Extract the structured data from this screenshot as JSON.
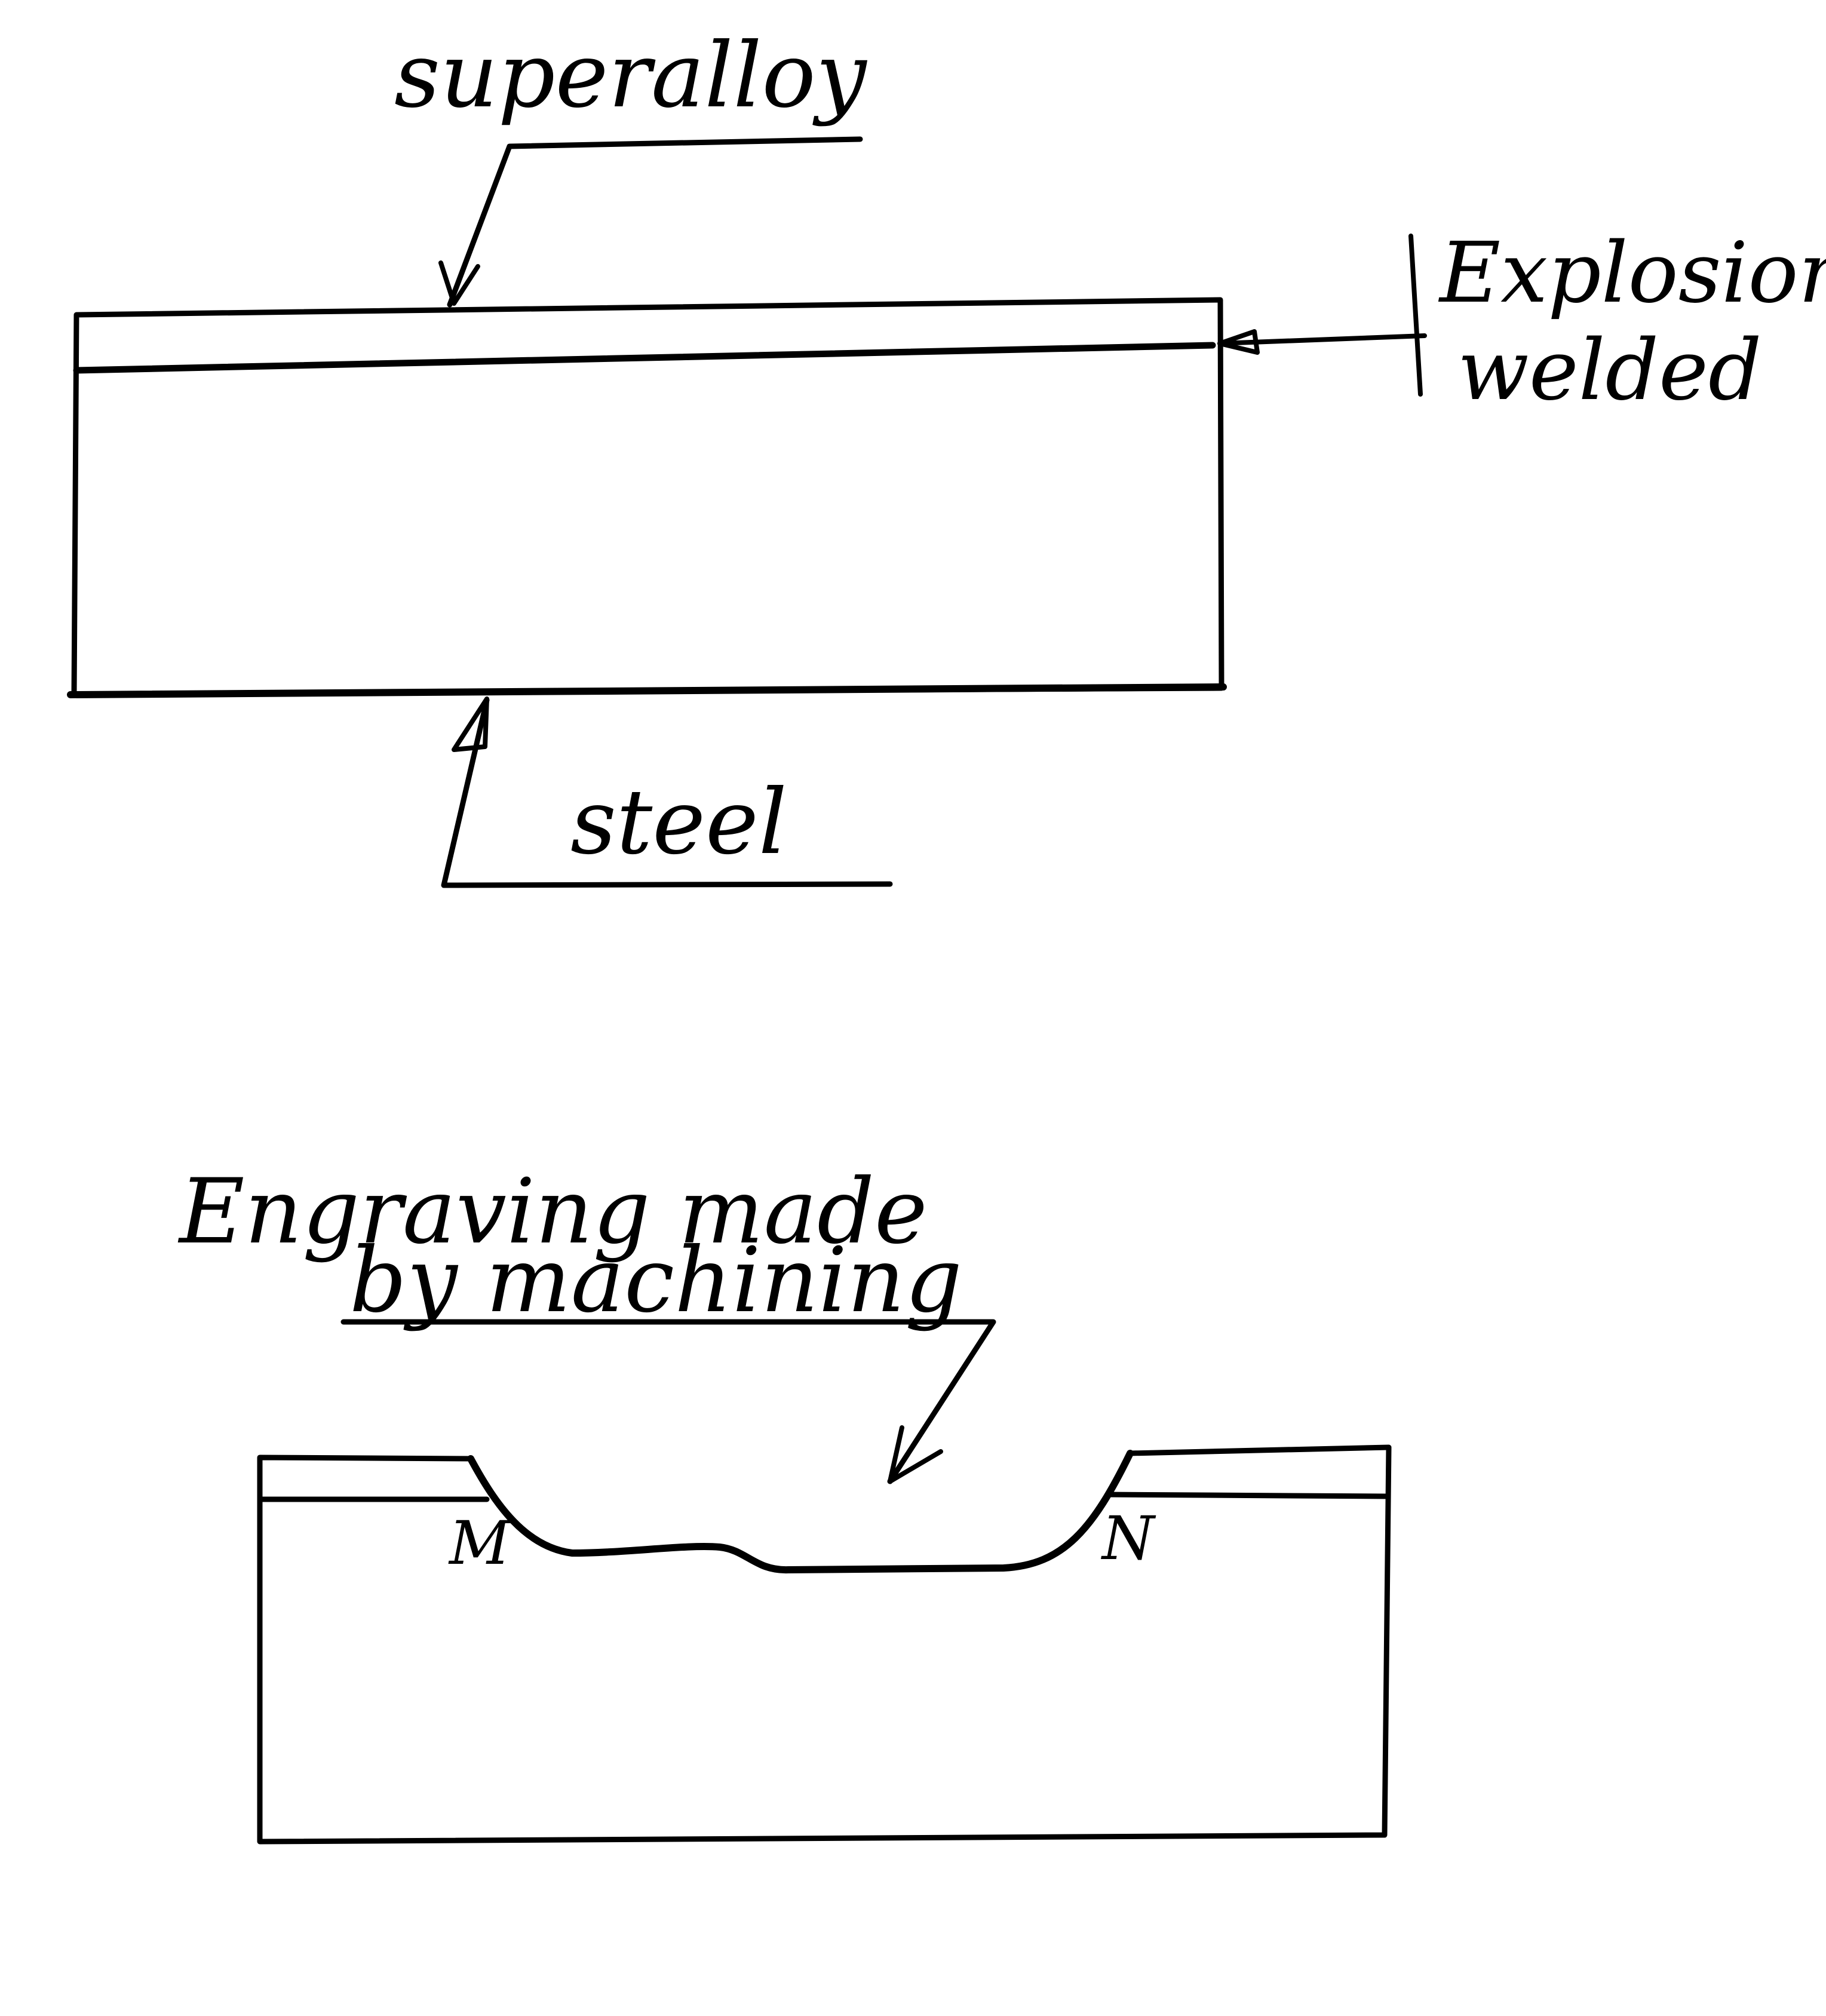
{
  "ink_color": "#000000",
  "paper_color": "#ffffff",
  "top_figure": {
    "labels": {
      "superalloy": "superalloy",
      "explosion": "Explosion",
      "welded": "welded",
      "steel": "steel"
    }
  },
  "bottom_figure": {
    "labels": {
      "engraving_line1": "Engraving made",
      "engraving_line2": "by machining",
      "left_mark": "M",
      "right_mark": "N"
    }
  }
}
